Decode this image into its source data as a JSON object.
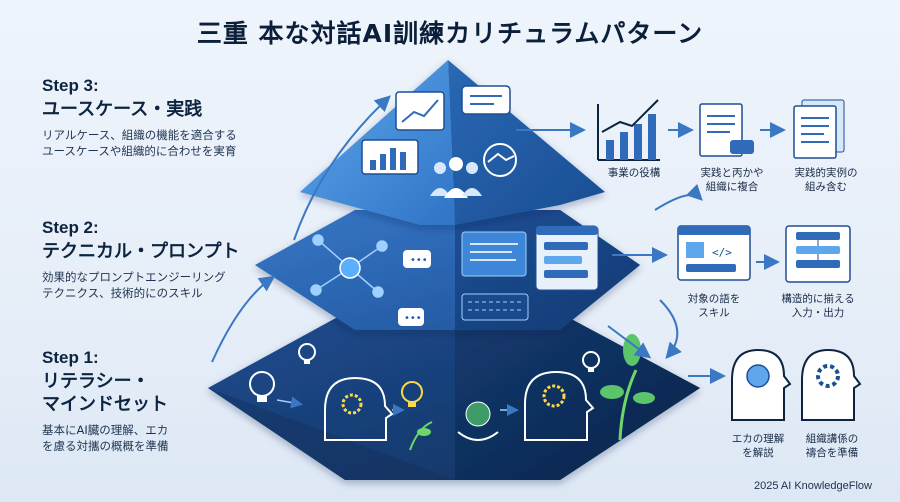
{
  "title": "三重 本な対話AI訓練カリチュラムパターン",
  "steps": [
    {
      "num": "Step 3:",
      "name": "ユースケース・実践",
      "desc": [
        "リアルケース、組織の機能を適合する",
        "ユースケースや組織的に合わせを実育"
      ]
    },
    {
      "num": "Step 2:",
      "name": "テクニカル・プロンプト",
      "desc": [
        "効果的なプロンプトエンジーリング",
        "テクニクス、技術的にのスキル"
      ]
    },
    {
      "num": "Step 1:",
      "name_lines": [
        "リテラシー・",
        "マインドセット"
      ],
      "desc": [
        "基本にAI臓の理解、エカ",
        "を慮る対攜の概概を準備"
      ]
    }
  ],
  "captions": {
    "c1": [
      "事業の役構"
    ],
    "c2": [
      "実践と丙かや",
      "組織に複合"
    ],
    "c3": [
      "実践的実例の",
      "組み含む"
    ],
    "c4": [
      "対象の語を",
      "スキル"
    ],
    "c5": [
      "構造的に揃える",
      "入力・出力"
    ],
    "c6": [
      "エカの理解",
      "を解説"
    ],
    "c7": [
      "組織講係の",
      "禱合を準備"
    ]
  },
  "footer": "2025 AI KnowledgeFlow",
  "colors": {
    "top_tier": "#3f86d6",
    "middle_tier": "#245ca8",
    "bottom_tier": "#163b78",
    "accent": "#2f6bb8",
    "background": "#e9f0f9"
  },
  "icons": [
    "line-chart-icon",
    "chat-bubble-icon",
    "people-icon",
    "handshake-icon",
    "document-icon",
    "network-icon",
    "keyboard-icon",
    "code-window-icon",
    "flowchart-icon",
    "lightbulb-icon",
    "head-gear-icon",
    "plant-icon",
    "globe-hands-icon",
    "brain-head-icon"
  ]
}
